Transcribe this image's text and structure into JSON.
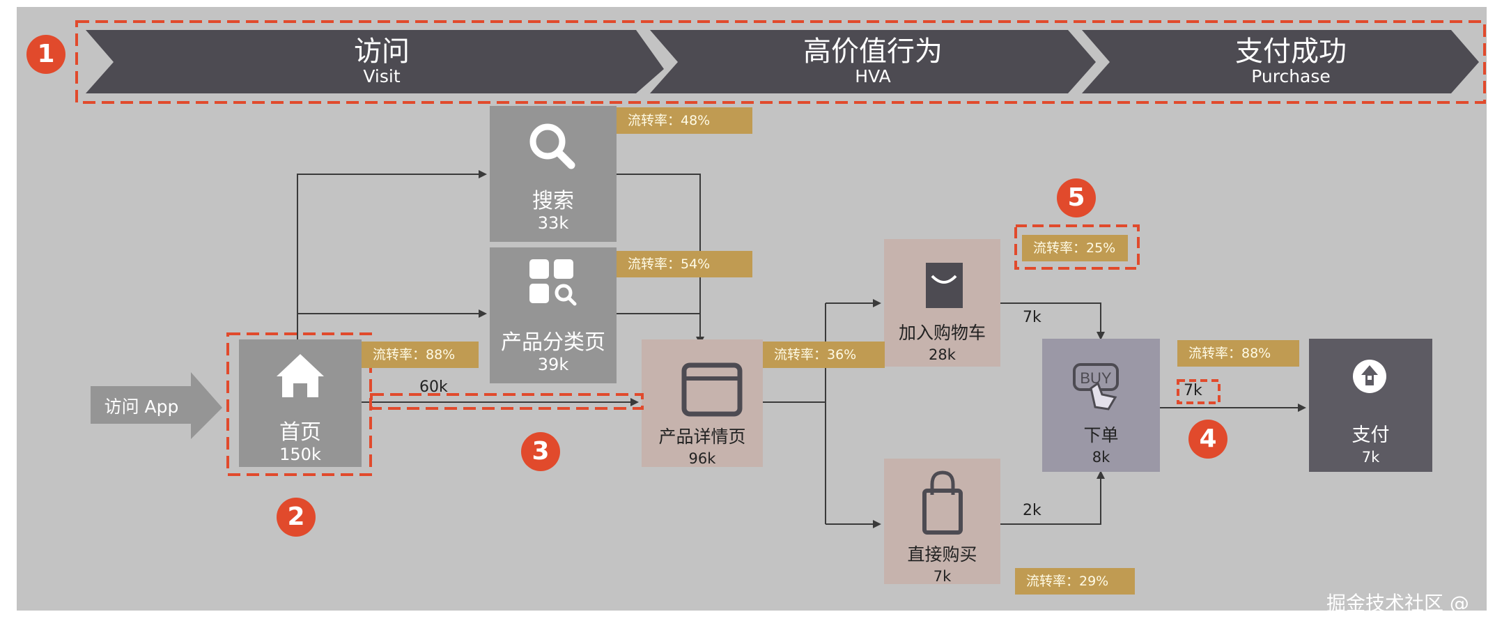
{
  "stages": [
    {
      "cn": "访问",
      "en": "Visit"
    },
    {
      "cn": "高价值行为",
      "en": "HVA"
    },
    {
      "cn": "支付成功",
      "en": "Purchase"
    }
  ],
  "entry_label": "访问 App",
  "nodes": {
    "home": {
      "name": "首页",
      "value": "150k"
    },
    "search": {
      "name": "搜索",
      "value": "33k"
    },
    "category": {
      "name": "产品分类页",
      "value": "39k"
    },
    "detail": {
      "name": "产品详情页",
      "value": "96k"
    },
    "cart": {
      "name": "加入购物车",
      "value": "28k"
    },
    "direct": {
      "name": "直接购买",
      "value": "7k"
    },
    "order": {
      "name": "下单",
      "value": "8k",
      "icon_text": "BUY"
    },
    "pay": {
      "name": "支付",
      "value": "7k"
    }
  },
  "rates": {
    "search": "流转率：48%",
    "category": "流转率：54%",
    "home": "流转率：88%",
    "detail": "流转率：36%",
    "cart": "流转率：25%",
    "order": "流转率：88%",
    "direct": "流转率：29%"
  },
  "edge_labels": {
    "home_to_detail": "60k",
    "cart_to_order": "7k",
    "direct_to_order": "2k",
    "order_to_pay": "7k"
  },
  "badges": [
    "1",
    "2",
    "3",
    "4",
    "5"
  ],
  "watermark": "掘金技术社区 @ 银川",
  "colors": {
    "background": "#c3c3c3",
    "stage_arrow": "#4d4b52",
    "gray_node": "#959595",
    "pink_node": "#c6b3ad",
    "order_node": "#9b98a6",
    "pay_node": "#5d5b63",
    "rate_tag": "#c09b52",
    "highlight": "#e14a2c"
  }
}
